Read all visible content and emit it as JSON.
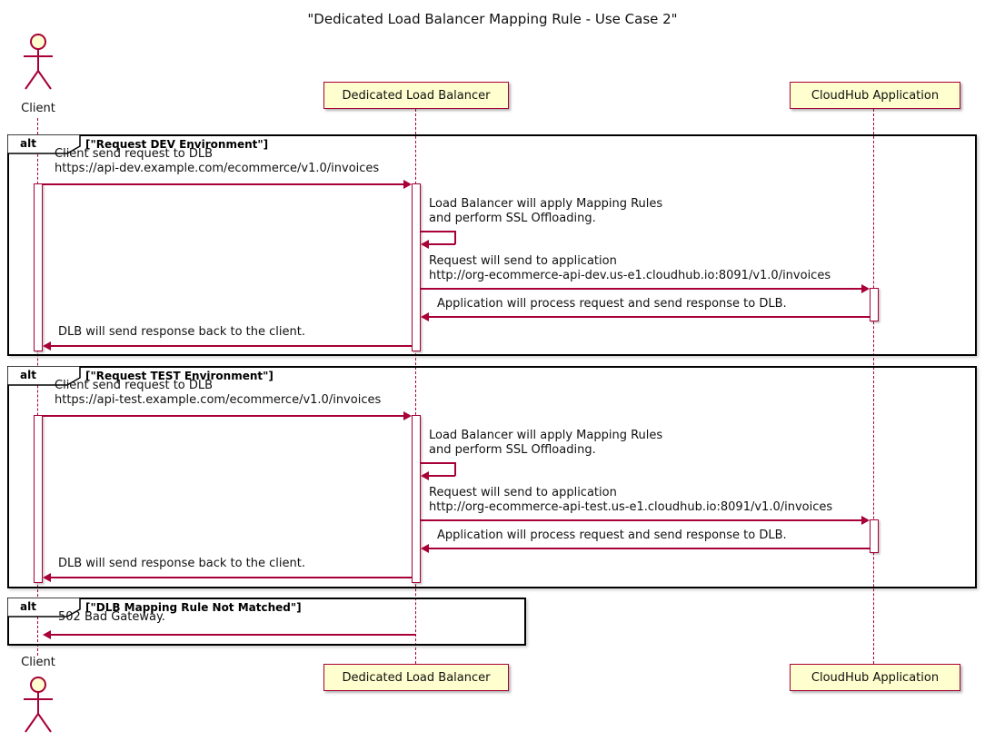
{
  "title": "\"Dedicated Load Balancer Mapping Rule - Use Case 2\"",
  "participants": {
    "client": "Client",
    "dlb": "Dedicated Load Balancer",
    "cloudhub": "CloudHub Application"
  },
  "colors": {
    "accent": "#A80036",
    "participant_fill": "#FEFECE",
    "frame_border": "#000000",
    "background": "#FFFFFF"
  },
  "fragments": [
    {
      "operator": "alt",
      "guard": "[\"Request DEV Environment\"]",
      "messages": {
        "request_line1": "Client send request to DLB",
        "request_line2": "https://api-dev.example.com/ecommerce/v1.0/invoices",
        "self_line1": "Load Balancer will apply Mapping Rules",
        "self_line2": "and perform SSL Offloading.",
        "forward_line1": "Request will send to application",
        "forward_line2": "http://org-ecommerce-api-dev.us-e1.cloudhub.io:8091/v1.0/invoices",
        "response": "Application will process request and send response to DLB.",
        "return": "DLB will send response back to the client."
      }
    },
    {
      "operator": "alt",
      "guard": "[\"Request TEST Environment\"]",
      "messages": {
        "request_line1": "Client send request to DLB",
        "request_line2": "https://api-test.example.com/ecommerce/v1.0/invoices",
        "self_line1": "Load Balancer will apply Mapping Rules",
        "self_line2": "and perform SSL Offloading.",
        "forward_line1": "Request will send to application",
        "forward_line2": "http://org-ecommerce-api-test.us-e1.cloudhub.io:8091/v1.0/invoices",
        "response": "Application will process request and send response to DLB.",
        "return": "DLB will send response back to the client."
      }
    },
    {
      "operator": "alt",
      "guard": "[\"DLB Mapping Rule Not Matched\"]",
      "messages": {
        "error": "502 Bad Gateway."
      }
    }
  ]
}
